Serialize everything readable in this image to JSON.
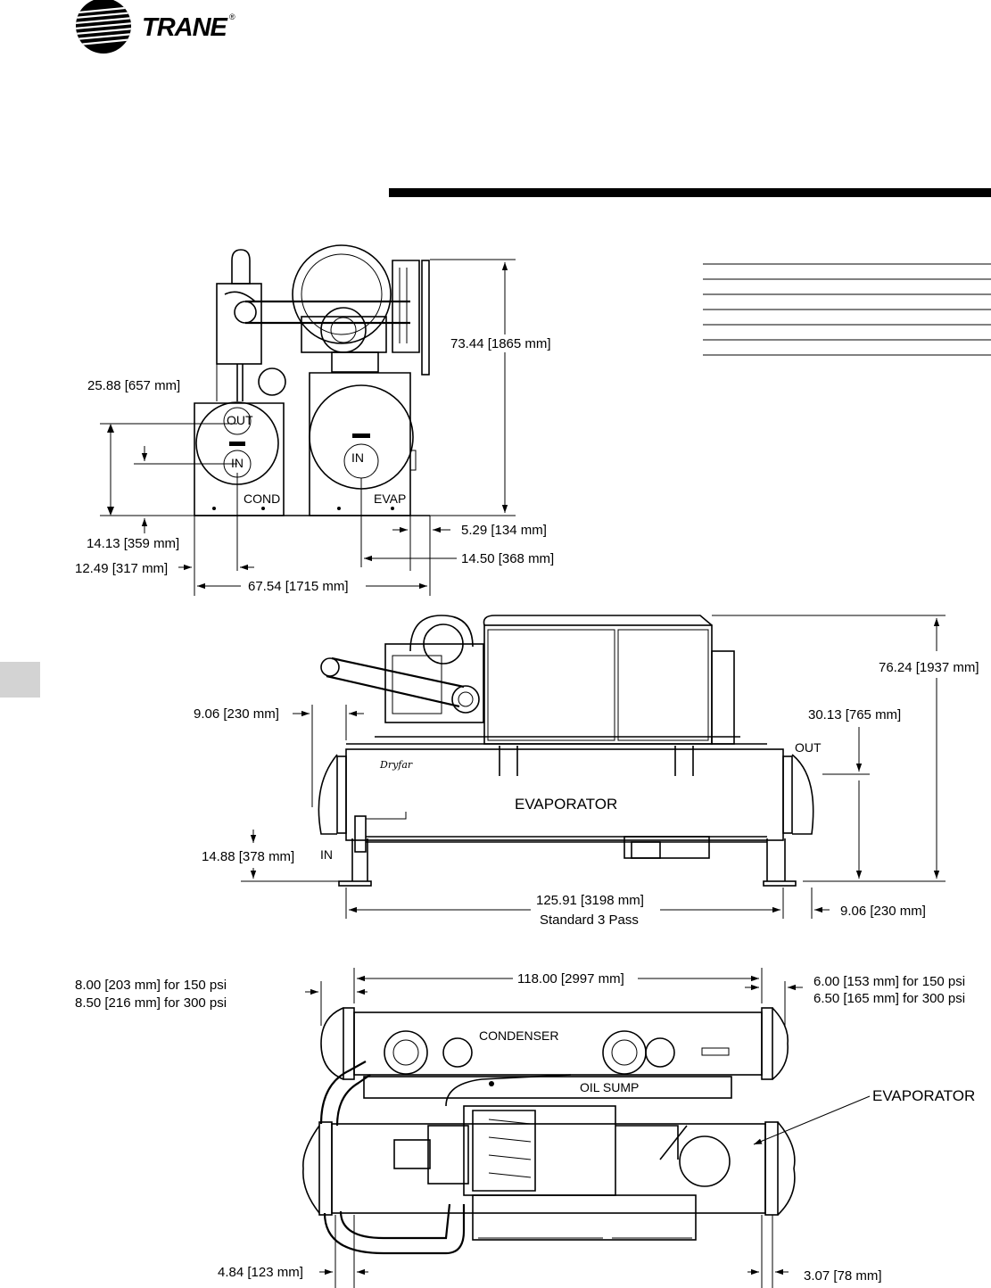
{
  "brand": {
    "name": "TRANE",
    "reg_mark": "®"
  },
  "colors": {
    "ink": "#000000",
    "page": "#ffffff",
    "tab": "#d3d3d3"
  },
  "icons": {
    "logo": "trane-turbine-logo-icon"
  },
  "side_view": {
    "labels": {
      "out": "OUT",
      "in_cond": "IN",
      "in_evap": "IN",
      "cond": "COND",
      "evap": "EVAP"
    },
    "dims": {
      "overall_height": "73.44 [1865 mm]",
      "cond_in_height": "25.88 [657 mm]",
      "cond_out_height": "14.13 [359 mm]",
      "cond_offset": "12.49 [317 mm]",
      "overall_width": "67.54 [1715 mm]",
      "evap_clearance": "5.29 [134 mm]",
      "evap_in_offset": "14.50 [368 mm]"
    }
  },
  "front_view": {
    "labels": {
      "evaporator": "EVAPORATOR",
      "out": "OUT",
      "in": "IN"
    },
    "dims": {
      "overall_height": "76.24 [1937 mm]",
      "left_offset": "9.06 [230 mm]",
      "out_height": "30.13 [765 mm]",
      "in_height": "14.88 [378 mm]",
      "length": "125.91 [3198 mm]",
      "length_note": "Standard 3 Pass",
      "right_offset": "9.06 [230 mm]"
    }
  },
  "top_view": {
    "labels": {
      "condenser": "CONDENSER",
      "oil_sump": "OIL SUMP",
      "evaporator": "EVAPORATOR"
    },
    "dims": {
      "left_head_150": "8.00 [203 mm] for 150 psi",
      "left_head_300": "8.50 [216 mm] for 300 psi",
      "tube_length": "118.00 [2997 mm]",
      "right_head_150": "6.00 [153 mm] for 150 psi",
      "right_head_300": "6.50 [165 mm] for 300 psi",
      "bottom_left": "4.84 [123 mm]",
      "bottom_right": "3.07 [78 mm]"
    }
  }
}
